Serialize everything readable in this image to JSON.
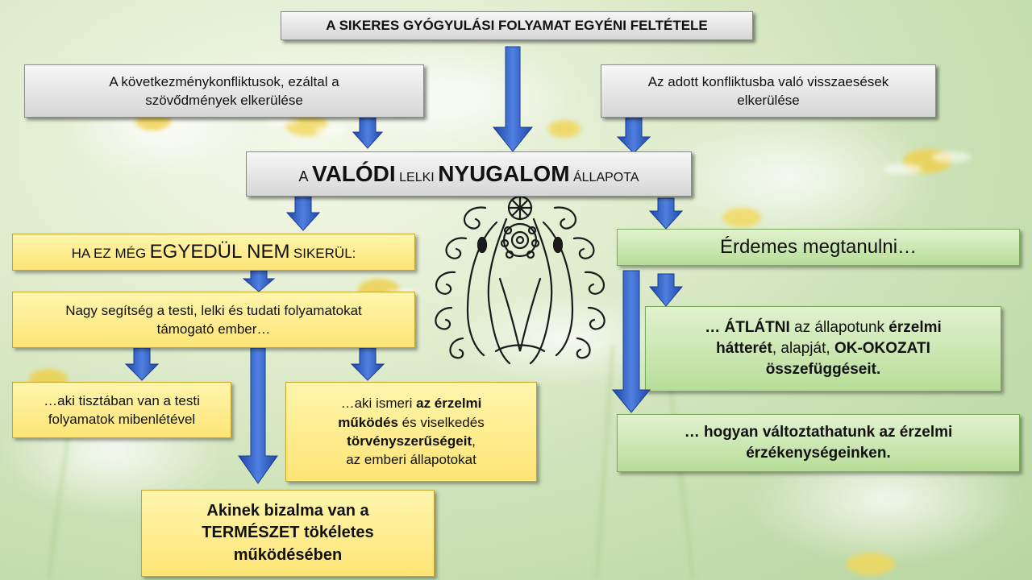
{
  "title": "A SIKERES GYÓGYULÁSI FOLYAMAT EGYÉNI FELTÉTELE",
  "consequence": {
    "line1": "A következménykonfliktusok, ezáltal a",
    "line2": "szövődmények elkerülése"
  },
  "relapse": {
    "line1": "Az adott konfliktusba való visszaesések",
    "line2": "elkerülése"
  },
  "calm": {
    "w1": "A",
    "w2": "VALÓDI",
    "w3": "LELKI",
    "w4": "NYUGALOM",
    "w5": "ÁLLAPOTA"
  },
  "not_alone": {
    "w1": "HA EZ MÉG",
    "w2": "EGYEDÜL NEM",
    "w3": "SIKERÜL:"
  },
  "helper": {
    "line1": "Nagy segítség a testi, lelki és tudati folyamatokat",
    "line2": "támogató ember…"
  },
  "body_aware": {
    "line1": "…aki tisztában van a testi",
    "line2": "folyamatok mibenlétével"
  },
  "emotion_aware": {
    "l1_a": "…aki ismeri",
    "l1_b": "az érzelmi",
    "l2_a": "működés",
    "l2_b": "és viselkedés",
    "l3_a": "törvényszerűségeit",
    "l3_b": ",",
    "line4": "az emberi állapotokat"
  },
  "nature_trust": {
    "line1": "Akinek bizalma van a",
    "line2": "TERMÉSZET tökéletes",
    "line3": "működésében"
  },
  "learn": "Érdemes megtanulni…",
  "see_through": {
    "l1_a": "…",
    "l1_b": "ÁTLÁTNI",
    "l1_c": "az állapotunk",
    "l1_d": "érzelmi",
    "l2_a": "hátterét",
    "l2_b": ", alapját,",
    "l2_c": "OK-OKOZATI",
    "line3": "összefüggéseit."
  },
  "change": {
    "line1": "… hogyan változtathatunk az érzelmi",
    "line2": "érzékenységeinken."
  },
  "colors": {
    "arrow_blue": "#2f5fc4",
    "gray_box": "#d6d6d6",
    "yellow_box": "#fde475",
    "green_box": "#b8dd98"
  }
}
